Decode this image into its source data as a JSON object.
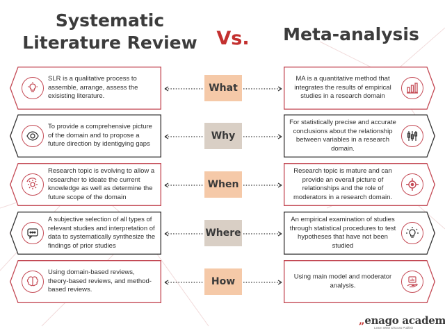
{
  "header": {
    "left_title": "Systematic Literature Review",
    "vs": "Vs.",
    "right_title": "Meta-analysis"
  },
  "rows": [
    {
      "question": "What",
      "left_text": "SLR is a qualitative process to assemble, arrange, assess the exisisting literature.",
      "right_text": "MA is a quantitative method that integrates the results of empirical studies  in a research domain",
      "left_icon": "lightbulb-icon",
      "right_icon": "bar-chart-icon"
    },
    {
      "question": "Why",
      "left_text": "To  provide a comprehensive picture of the domain and to propose a future direction by identigying gaps",
      "right_text": "For statistically precise and accurate conclusions about the relationship between variables in a research domain.",
      "left_icon": "eye-icon",
      "right_icon": "candlestick-icon"
    },
    {
      "question": "When",
      "left_text": "Research topic is evolving to allow a researcher to ideate the current knowledge as well as determine the future scope of the domain",
      "right_text": "Research topic is mature and can provide an overall picture of relationships and the role of moderators in a research domain.",
      "left_icon": "gear-cycle-icon",
      "right_icon": "target-icon"
    },
    {
      "question": "Where",
      "left_text": "A subjective selection of all types of relevant studies and interpretation of data to systematically synthesize the findings of prior studies",
      "right_text": "An empirical examination of studies through statistical procedures to test hypotheses that have not been studied",
      "left_icon": "chat-bubble-icon",
      "right_icon": "idea-bulb-icon"
    },
    {
      "question": "How",
      "left_text": "Using domain-based reviews, theory-based reviews, and method-based reviews.",
      "right_text": "Using main model and moderator analysis.",
      "left_icon": "brain-icon",
      "right_icon": "hand-chart-icon"
    }
  ],
  "logo": {
    "mark": "„",
    "name": "enago academy",
    "tagline": "Learn  Write  Discuss  Publish"
  },
  "colors": {
    "accent": "#c44a55",
    "vs_red": "#c3302f",
    "peach": "#f5c9a8",
    "grey_box": "#d9cfc5",
    "title": "#3c3c3c"
  }
}
